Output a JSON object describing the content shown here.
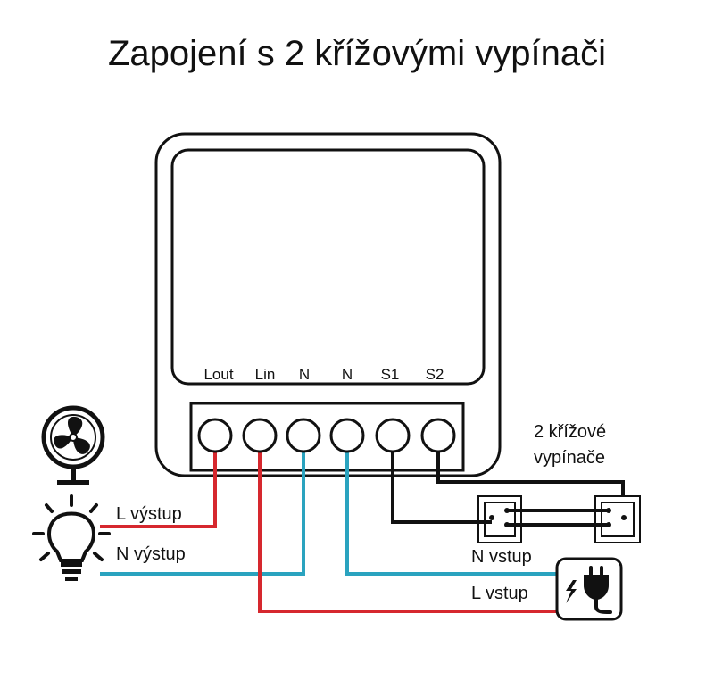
{
  "title": "Zapojení s 2 křížovými vypínači",
  "terminals": [
    "Lout",
    "Lin",
    "N",
    "N",
    "S1",
    "S2"
  ],
  "labels": {
    "l_output": "L výstup",
    "n_output": "N výstup",
    "n_input": "N vstup",
    "l_input": "L vstup",
    "switches_line1": "2 křížové",
    "switches_line2": "vypínače"
  },
  "colors": {
    "live": "#d6282e",
    "neutral": "#2aa3bf",
    "switch": "#111111"
  },
  "icons": [
    "fan-icon",
    "light-bulb-icon",
    "power-plug-icon",
    "cross-switch-icon"
  ]
}
